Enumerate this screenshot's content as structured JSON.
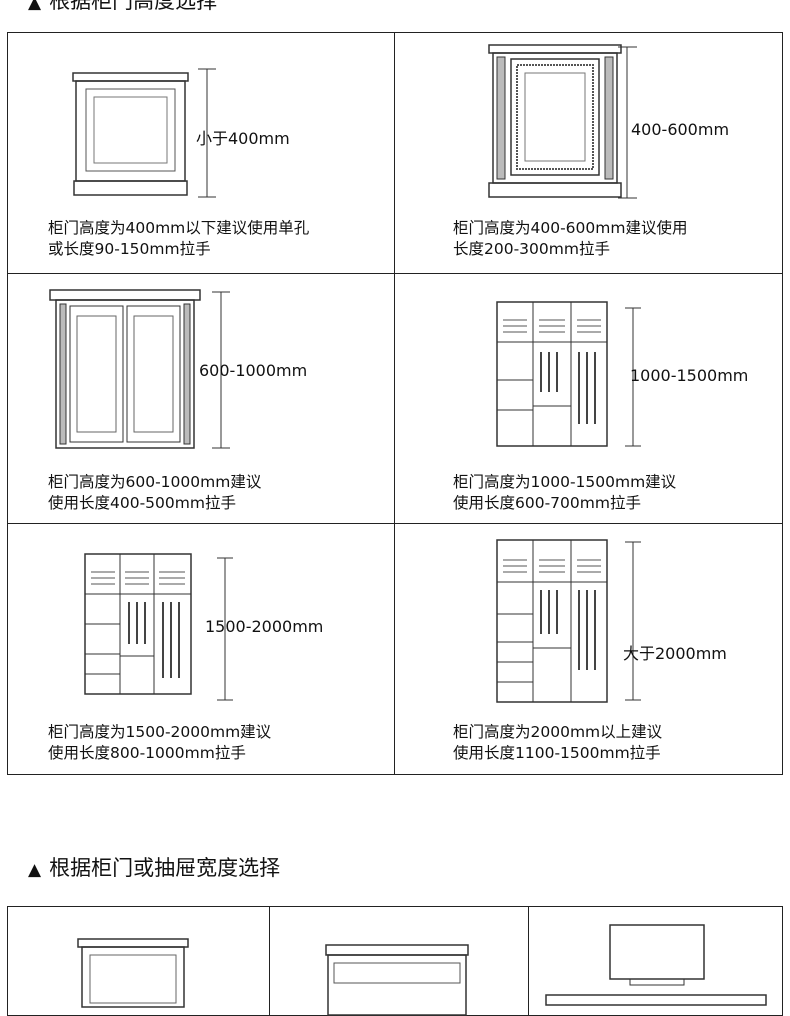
{
  "sections": {
    "height_title": "根据柜门高度选择",
    "width_title": "根据柜门或抽屉宽度选择",
    "marker": "▲"
  },
  "height_cells": [
    {
      "label": "小于400mm",
      "caption1": "柜门高度为400mm以下建议使用单孔",
      "caption2": "或长度90-150mm拉手"
    },
    {
      "label": "400-600mm",
      "caption1": "柜门高度为400-600mm建议使用",
      "caption2": "长度200-300mm拉手"
    },
    {
      "label": "600-1000mm",
      "caption1": "柜门高度为600-1000mm建议",
      "caption2": "使用长度400-500mm拉手"
    },
    {
      "label": "1000-1500mm",
      "caption1": "柜门高度为1000-1500mm建议",
      "caption2": "使用长度600-700mm拉手"
    },
    {
      "label": "1500-2000mm",
      "caption1": "柜门高度为1500-2000mm建议",
      "caption2": "使用长度800-1000mm拉手"
    },
    {
      "label": "大于2000mm",
      "caption1": "柜门高度为2000mm以上建议",
      "caption2": "使用长度1100-1500mm拉手"
    }
  ]
}
